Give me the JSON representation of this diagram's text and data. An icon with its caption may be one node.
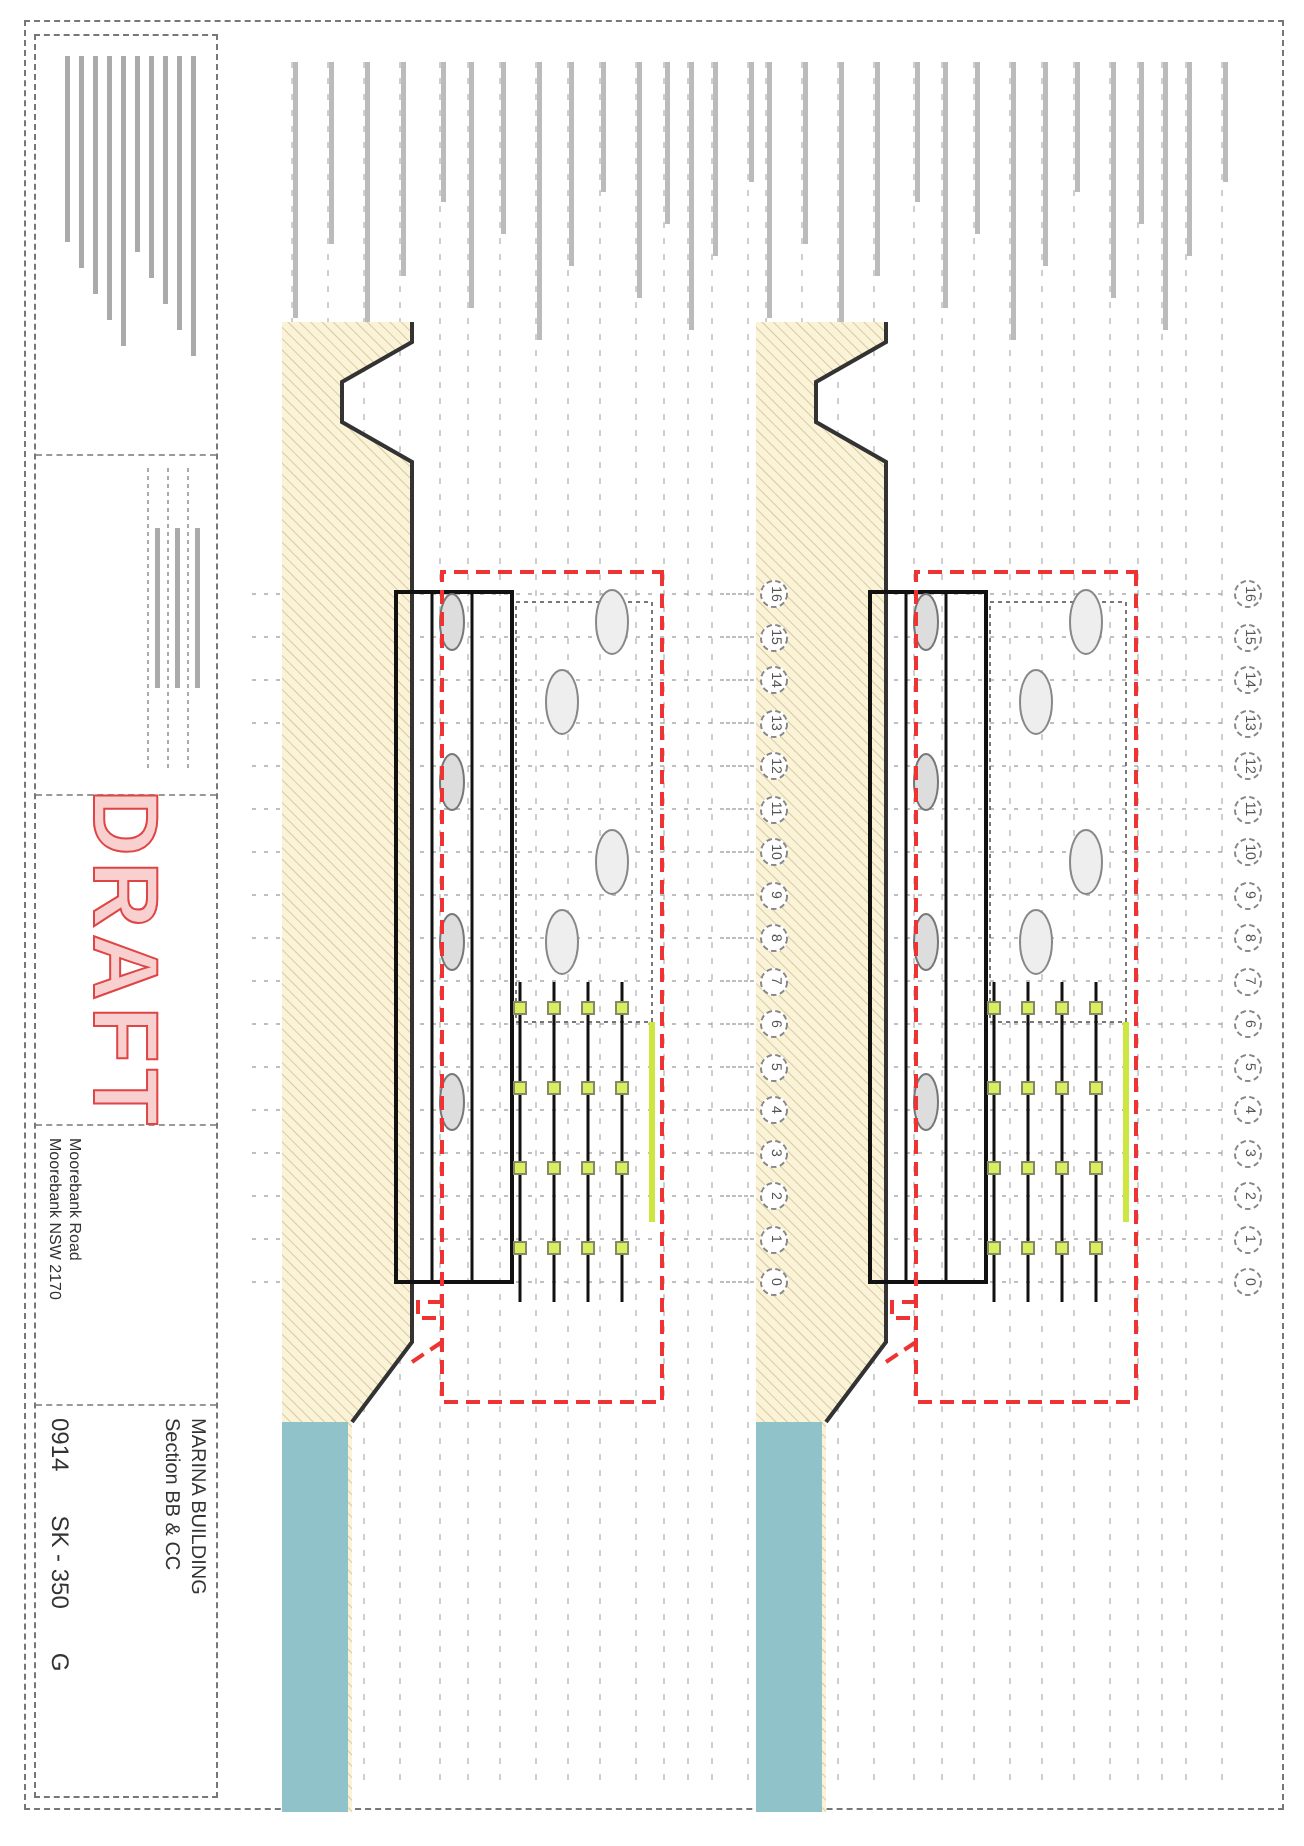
{
  "diagram": {
    "labels": [
      "DRAFT",
      "Moorebank Road",
      "Moorebank NSW 2170",
      "MARINA BUILDING",
      "Section BB & CC",
      "0914",
      "SK - 350",
      "G",
      "0",
      "1",
      "2",
      "3",
      "4",
      "5",
      "6",
      "7",
      "8",
      "9",
      "10",
      "11",
      "12",
      "13",
      "14",
      "15",
      "16",
      "0",
      "1",
      "2",
      "3",
      "4",
      "5",
      "6",
      "7",
      "8",
      "9",
      "10",
      "11",
      "12",
      "13",
      "14",
      "15",
      "16"
    ]
  }
}
